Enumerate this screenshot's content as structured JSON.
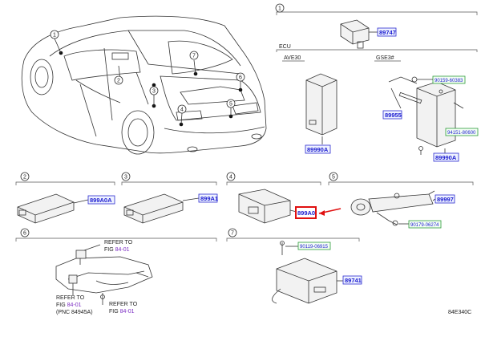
{
  "callouts": {
    "c1": "1",
    "c2": "2",
    "c3": "3",
    "c4": "4",
    "c5": "5",
    "c6": "6",
    "c7": "7"
  },
  "section1": {
    "part_top": "89747",
    "ecu_label": "ECU",
    "ave_label": "AVE30",
    "gse_label": "GSE3#",
    "part_ave": "89990A",
    "part_8955": "89955",
    "part_gse": "89990A",
    "bolt_top": "90159-60383",
    "nut_right": "94151-80600"
  },
  "section2": {
    "part": "899A0A"
  },
  "section3": {
    "part": "899A1"
  },
  "section4": {
    "part": "899A0"
  },
  "section5": {
    "part": "89997",
    "bolt": "90179-06274"
  },
  "section6": {
    "ref1_line1": "REFER TO",
    "ref1_line2": "FIG",
    "ref1_fig": "84-01",
    "ref2_line1": "REFER TO",
    "ref2_line2": "FIG",
    "ref2_fig": "84-01",
    "ref2_pnc": "(PNC 84945A)",
    "ref3_line1": "REFER TO",
    "ref3_line2": "FIG",
    "ref3_fig": "84-01"
  },
  "section7": {
    "bolt": "90119-06915",
    "part": "89741"
  },
  "footer": {
    "code": "84E340C"
  }
}
